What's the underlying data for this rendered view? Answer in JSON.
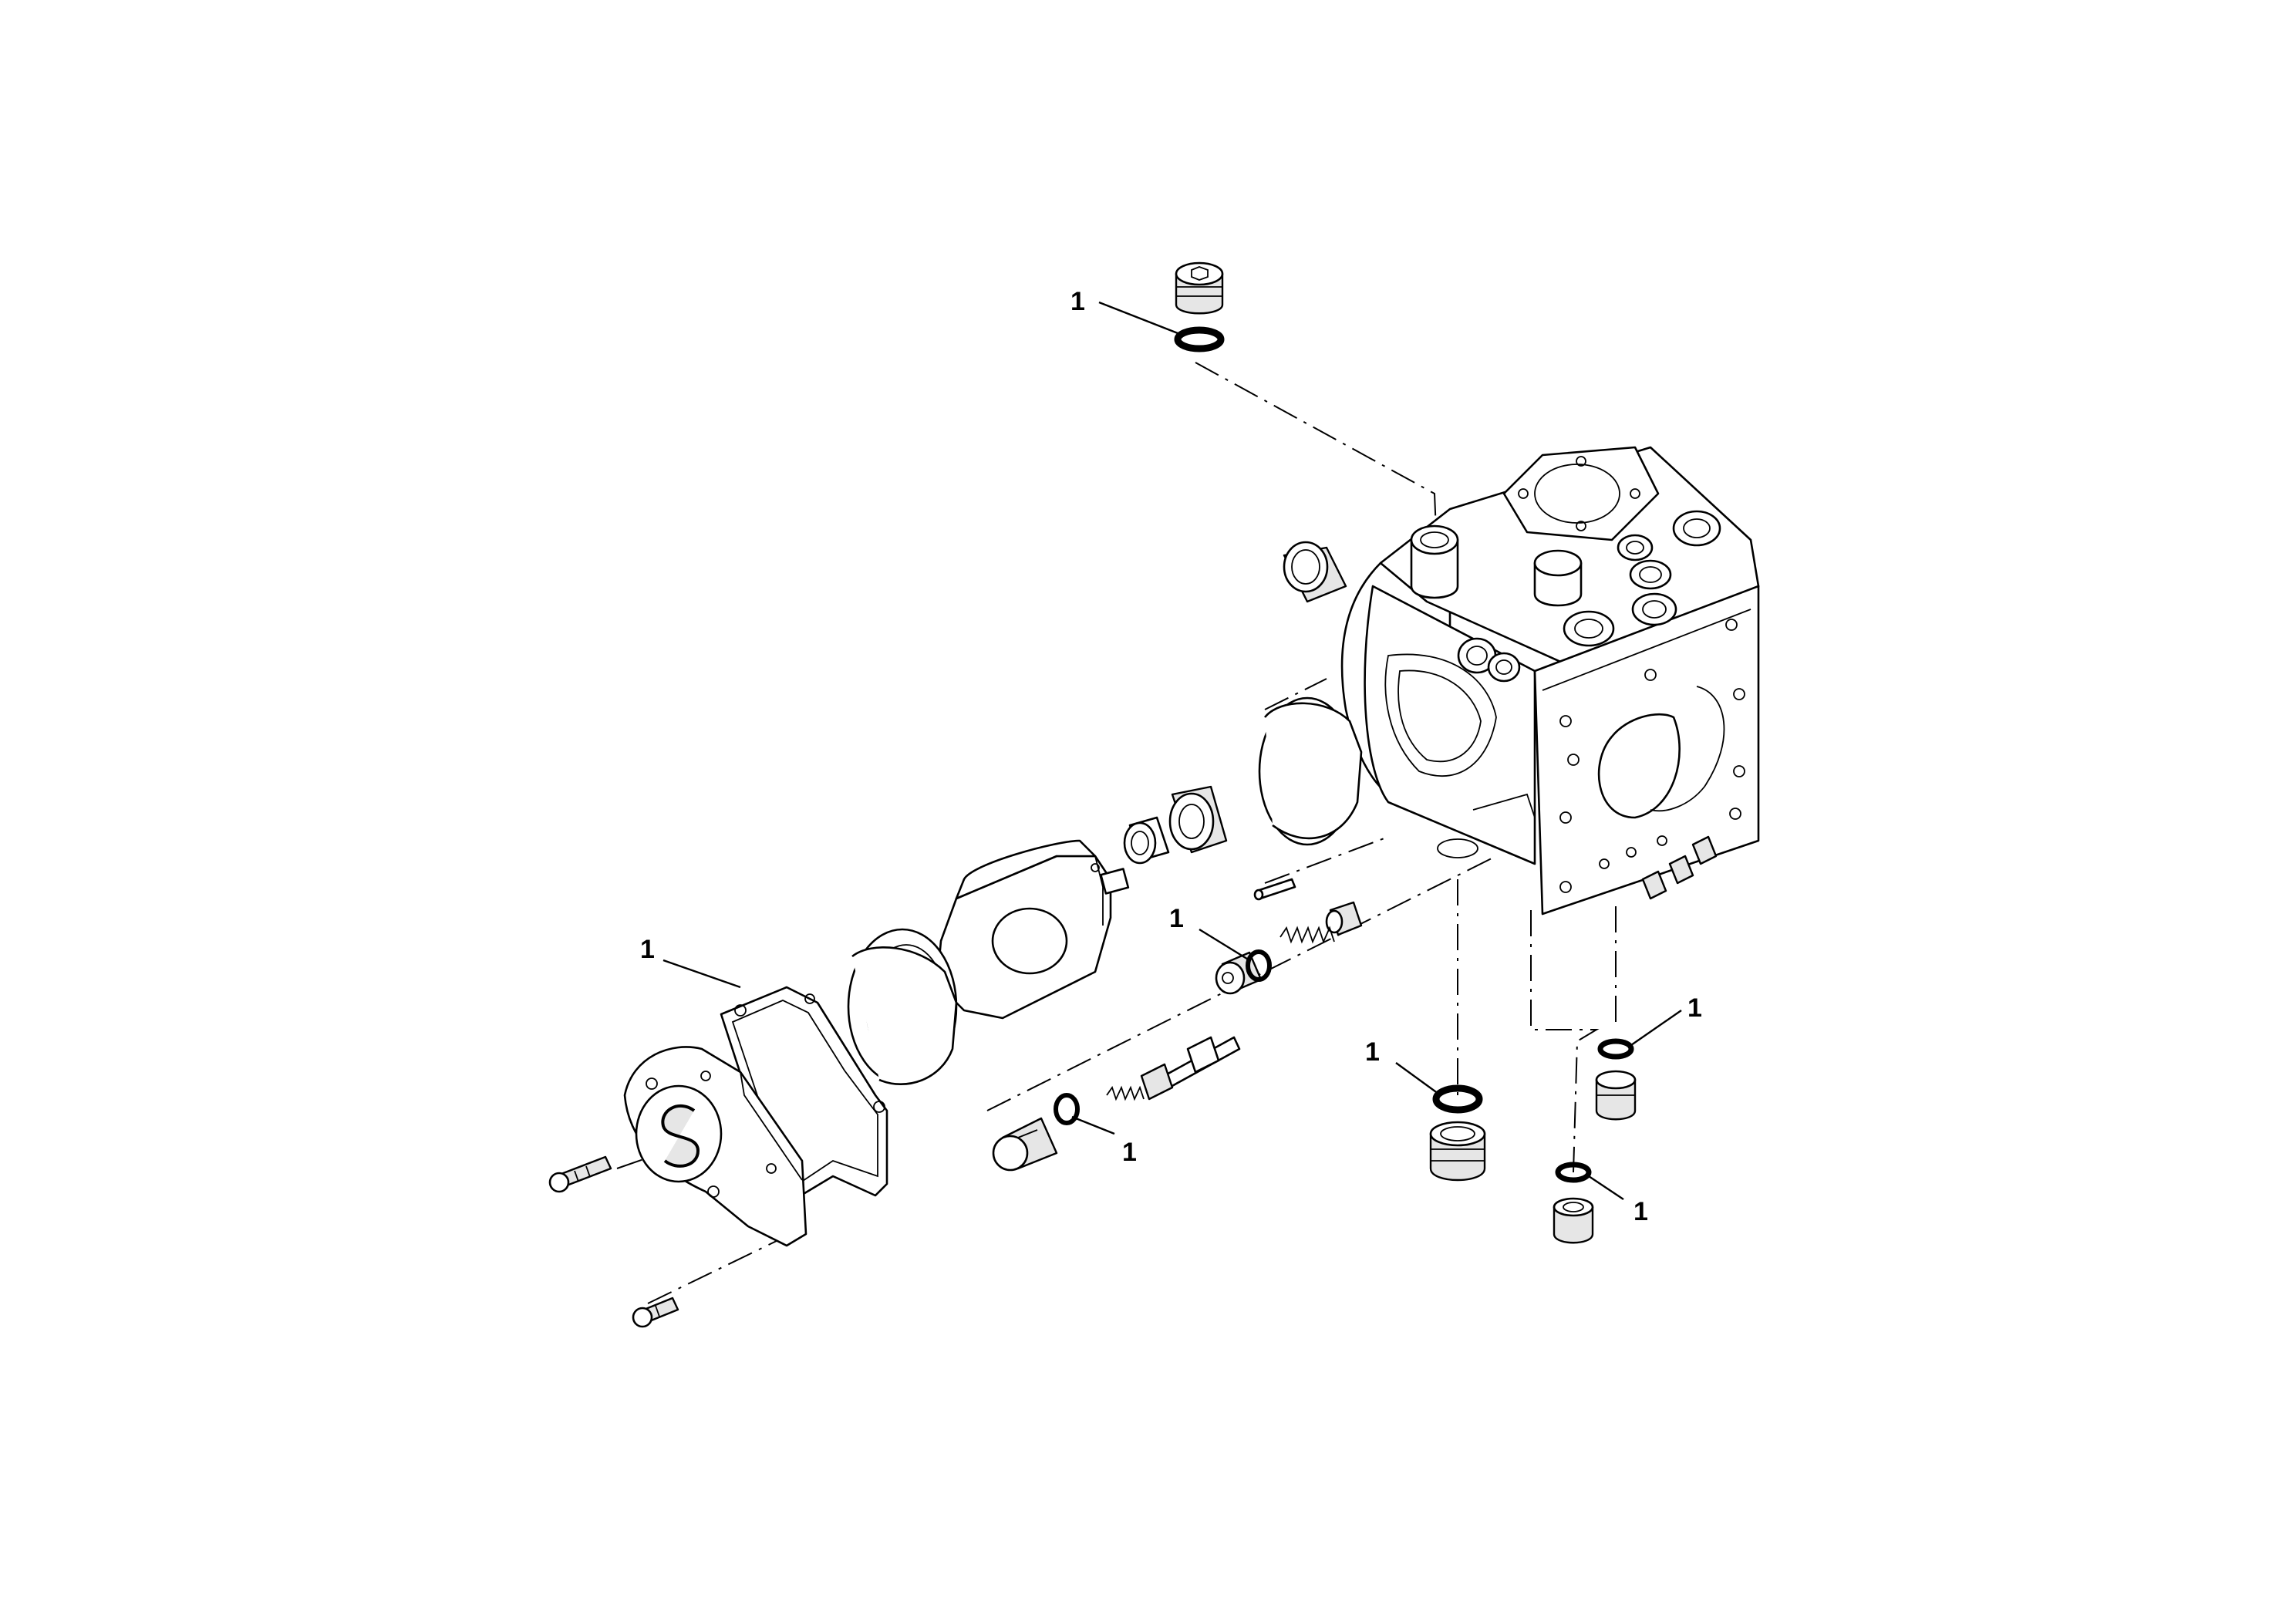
{
  "callouts": [
    {
      "id": "oring-top-plug",
      "label": "1"
    },
    {
      "id": "gasket-cover",
      "label": "1"
    },
    {
      "id": "oring-relief-valve-upper",
      "label": "1"
    },
    {
      "id": "oring-relief-valve-lower",
      "label": "1"
    },
    {
      "id": "oring-bottom-plug-large",
      "label": "1"
    },
    {
      "id": "oring-bottom-plug-right",
      "label": "1"
    },
    {
      "id": "oring-bottom-plug-center",
      "label": "1"
    }
  ],
  "colors": {
    "line": "#000000",
    "fill": "#ffffff",
    "shade": "#e6e6e6"
  },
  "logo": "S-logo"
}
